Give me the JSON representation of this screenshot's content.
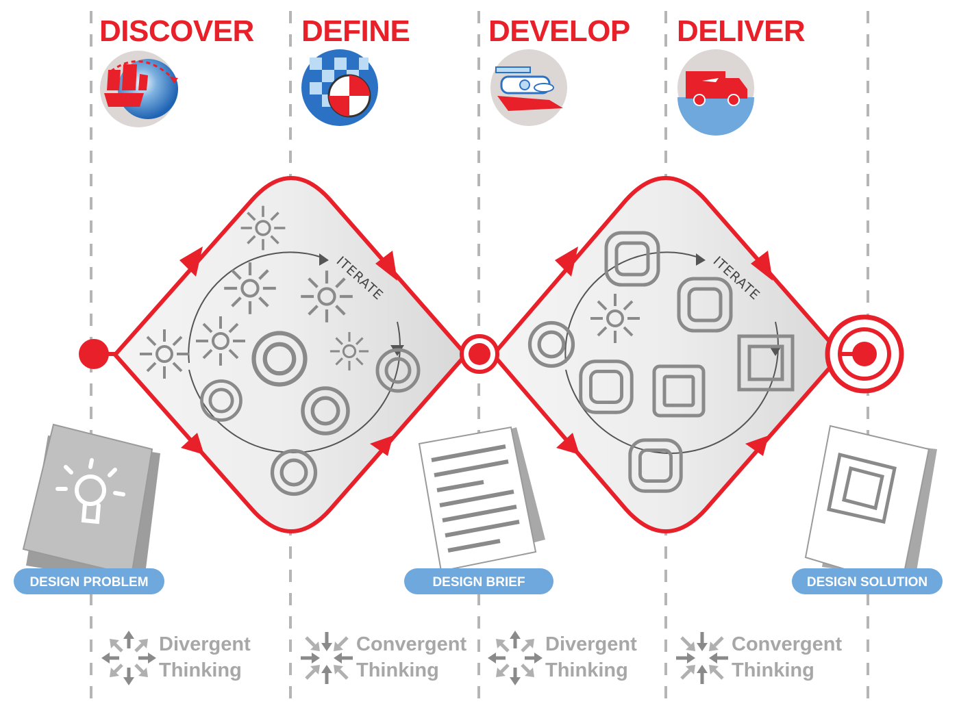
{
  "colors": {
    "accent": "#e8202a",
    "pill": "#6fa8dc",
    "thinking_text": "#a7a7a7",
    "icon_gray": "#8a8a8a"
  },
  "phases": [
    {
      "title": "DISCOVER",
      "icon": "sailing-ship-globe-icon"
    },
    {
      "title": "DEFINE",
      "icon": "checkered-target-icon"
    },
    {
      "title": "DEVELOP",
      "icon": "biplane-icon"
    },
    {
      "title": "DELIVER",
      "icon": "delivery-truck-icon"
    }
  ],
  "iterate_label": "ITERATE",
  "milestones": [
    {
      "label": "DESIGN PROBLEM",
      "icon": "lightbulb-document-icon"
    },
    {
      "label": "DESIGN BRIEF",
      "icon": "text-document-icon"
    },
    {
      "label": "DESIGN SOLUTION",
      "icon": "square-document-icon"
    }
  ],
  "thinking": [
    {
      "line1": "Divergent",
      "line2": "Thinking",
      "icon": "divergent-arrows-icon"
    },
    {
      "line1": "Convergent",
      "line2": "Thinking",
      "icon": "convergent-arrows-icon"
    },
    {
      "line1": "Divergent",
      "line2": "Thinking",
      "icon": "divergent-arrows-icon"
    },
    {
      "line1": "Convergent",
      "line2": "Thinking",
      "icon": "convergent-arrows-icon"
    }
  ]
}
